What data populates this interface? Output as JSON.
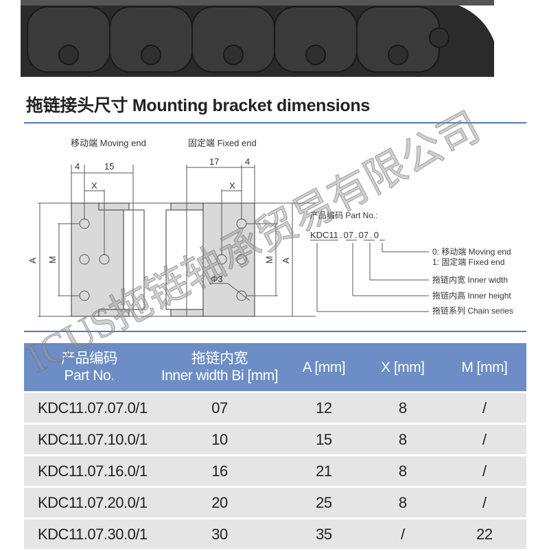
{
  "title": "拖链接头尺寸 Mounting bracket dimensions",
  "diagram": {
    "moving_end": "移动端 Moving end",
    "fixed_end": "固定端 Fixed end",
    "dim_4": "4",
    "dim_15": "15",
    "dim_17": "17",
    "dim_x": "X",
    "dim_a": "A",
    "dim_m": "M",
    "dim_phi": "Φ3",
    "part_no_label": "产品编码 Part No.:",
    "part_no_code": [
      "KDC",
      "11",
      ".",
      "07",
      ".",
      "07",
      ".",
      "0"
    ],
    "legend": [
      "0: 移动端 Moving end",
      "1: 固定端 Fixed end",
      "拖链内宽 Inner width",
      "拖链内高 Inner height",
      "拖链系列 Chain series"
    ]
  },
  "watermark": "ICUS拖链轴承贸易有限公司",
  "table": {
    "headers": [
      [
        "产品编码",
        "Part No."
      ],
      [
        "拖链内宽",
        "Inner width Bi [mm]"
      ],
      [
        "A [mm]"
      ],
      [
        "X [mm]"
      ],
      [
        "M [mm]"
      ]
    ],
    "rows": [
      [
        "KDC11.07.07.0/1",
        "07",
        "12",
        "8",
        "/"
      ],
      [
        "KDC11.07.10.0/1",
        "10",
        "15",
        "8",
        "/"
      ],
      [
        "KDC11.07.16.0/1",
        "16",
        "21",
        "8",
        "/"
      ],
      [
        "KDC11.07.20.0/1",
        "20",
        "25",
        "8",
        "/"
      ],
      [
        "KDC11.07.30.0/1",
        "30",
        "35",
        "/",
        "22"
      ]
    ]
  }
}
